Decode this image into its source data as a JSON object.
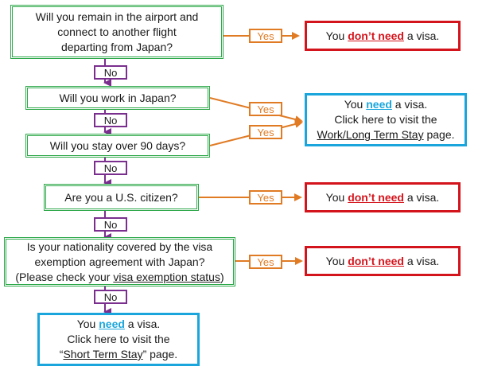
{
  "q1": {
    "line1": "Will you remain in the airport and",
    "line2": "connect to another flight",
    "line3": "departing from Japan?"
  },
  "q2": {
    "text": "Will you work in Japan?"
  },
  "q3": {
    "text": "Will you stay over 90 days?"
  },
  "q4": {
    "text": "Are you a U.S. citizen?"
  },
  "q5": {
    "line1": "Is your nationality covered by the visa",
    "line2": "exemption agreement with Japan?",
    "line3_pre": "(Please check your ",
    "line3_link": "visa exemption status",
    "line3_post": ")"
  },
  "labels": {
    "no": "No",
    "yes": "Yes"
  },
  "no_visa": {
    "pre": "You ",
    "em": "don’t need",
    "post": " a visa."
  },
  "work_visa": {
    "pre": "You ",
    "em": "need",
    "post": " a visa.",
    "line2": "Click here to visit the",
    "link": "Work/Long Term Stay",
    "link_post": " page."
  },
  "short_visa": {
    "pre": "You ",
    "em": "need",
    "post": " a visa.",
    "line2": "Click here to visit the",
    "link_pre": "“",
    "link": "Short Term Stay",
    "link_post": "” page."
  },
  "colors": {
    "question_border": "#2ea84a",
    "no_border": "#7a2f8e",
    "yes_border": "#e07b24",
    "negative": "#d4141c",
    "positive": "#1aa6dc"
  }
}
